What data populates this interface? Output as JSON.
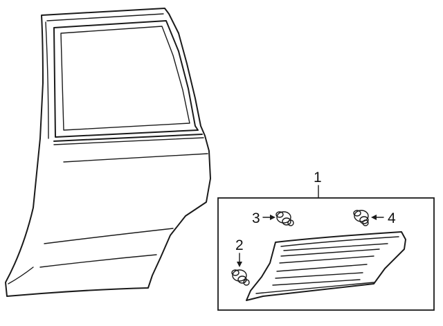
{
  "diagram": {
    "callouts": {
      "c1": "1",
      "c2": "2",
      "c3": "3",
      "c4": "4"
    }
  },
  "parts": [
    {
      "name": "rear-door-shell-icon"
    },
    {
      "name": "body-side-molding-icon"
    },
    {
      "name": "clip-icon"
    }
  ]
}
